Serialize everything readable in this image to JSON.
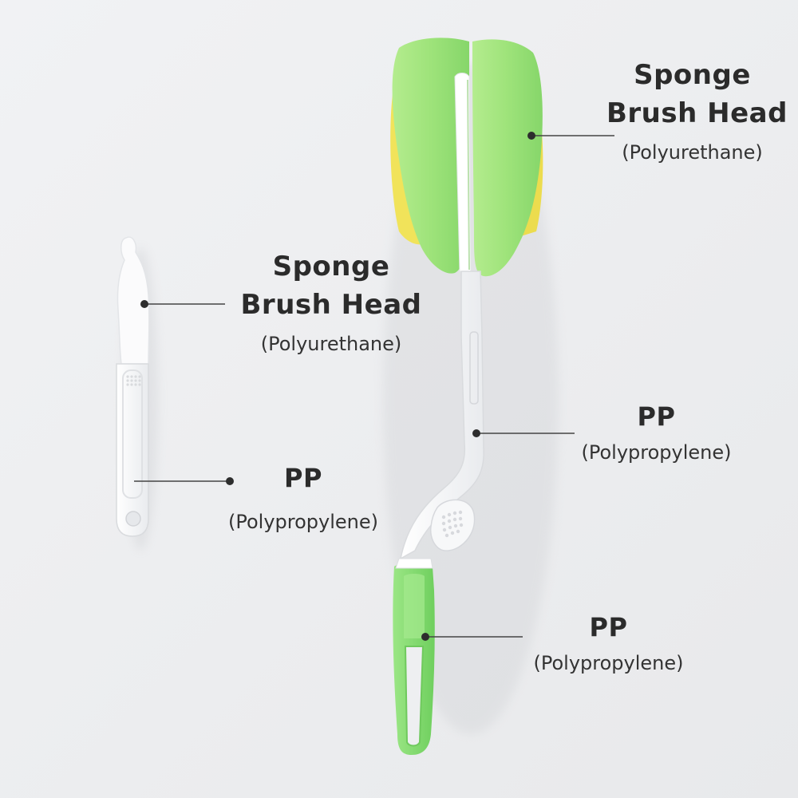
{
  "colors": {
    "background": "#eeeff1",
    "sponge_green": "#9ee37a",
    "sponge_yellow": "#f1e35a",
    "handle_green": "#86dc72",
    "plastic_white": "#ffffff",
    "text": "#2b2b2b",
    "leader_line": "#444444"
  },
  "callouts": [
    {
      "title_lines": [
        "Sponge",
        "Brush Head"
      ],
      "material": "(Polyurethane)"
    },
    {
      "title_lines": [
        "Sponge",
        "Brush Head"
      ],
      "material": "(Polyurethane)"
    },
    {
      "title_lines": [
        "PP"
      ],
      "material": "(Polypropylene)"
    },
    {
      "title_lines": [
        "PP"
      ],
      "material": "(Polypropylene)"
    },
    {
      "title_lines": [
        "PP"
      ],
      "material": "(Polypropylene)"
    }
  ],
  "objects": {
    "large_brush": "bottle-brush",
    "small_brush": "nipple-brush"
  }
}
